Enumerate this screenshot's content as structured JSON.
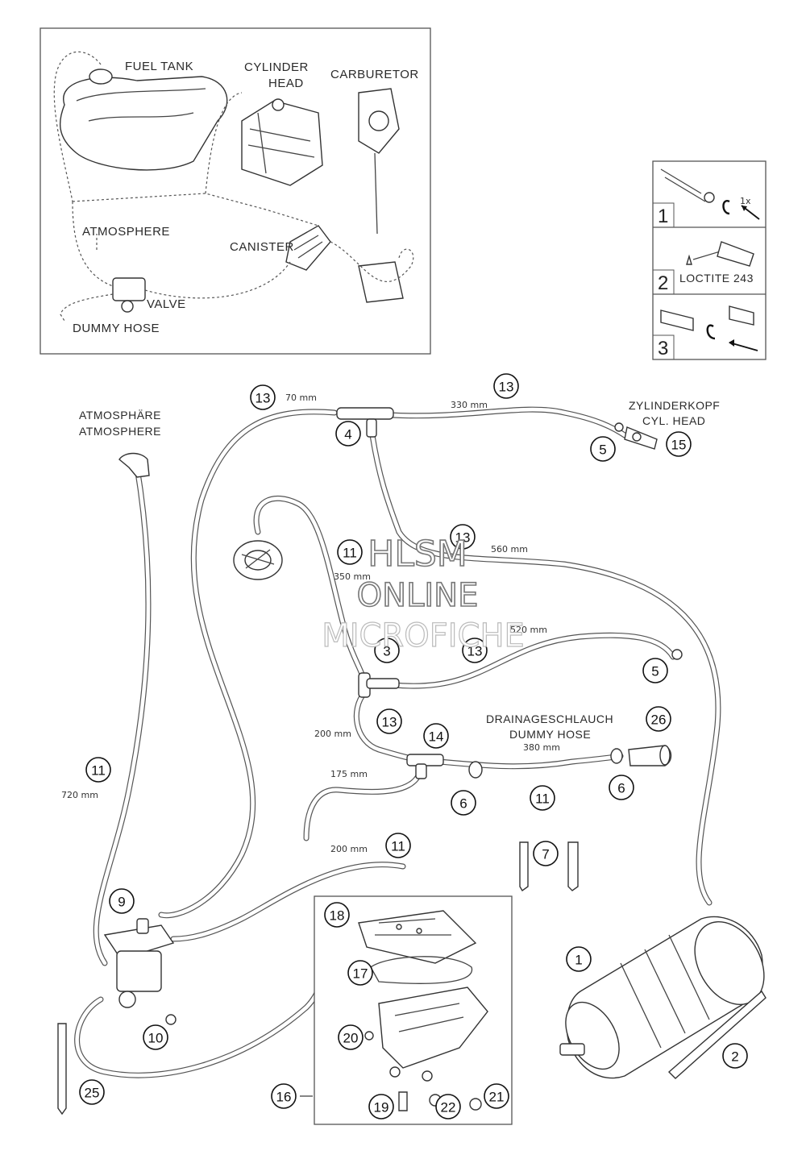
{
  "overview": {
    "fuel_tank": "FUEL TANK",
    "cylinder_head_1": "CYLINDER",
    "cylinder_head_2": "HEAD",
    "carburetor": "CARBURETOR",
    "atmosphere": "ATMOSPHERE",
    "canister": "CANISTER",
    "valve": "VALVE",
    "dummy_hose": "DUMMY HOSE"
  },
  "legend": {
    "row1": "1",
    "row1_note": "1x",
    "row2": "2",
    "row2_note": "LOCTITE 243",
    "row3": "3"
  },
  "labels": {
    "atmosphaere": "ATMOSPHÄRE",
    "atmosphere": "ATMOSPHERE",
    "zylinderkopf": "ZYLINDERKOPF",
    "cyl_head": "CYL. HEAD",
    "drainage": "DRAINAGESCHLAUCH",
    "dummy_hose": "DUMMY HOSE"
  },
  "dimensions": {
    "d70": "70 mm",
    "d330": "330 mm",
    "d560": "560 mm",
    "d350": "350 mm",
    "d520": "520 mm",
    "d200a": "200 mm",
    "d380": "380 mm",
    "d175": "175 mm",
    "d720": "720 mm",
    "d200b": "200 mm"
  },
  "callouts": {
    "c1": "1",
    "c2": "2",
    "c3": "3",
    "c4": "4",
    "c5a": "5",
    "c5b": "5",
    "c6a": "6",
    "c6b": "6",
    "c7": "7",
    "c9": "9",
    "c10": "10",
    "c11a": "11",
    "c11b": "11",
    "c11c": "11",
    "c11d": "11",
    "c13a": "13",
    "c13b": "13",
    "c13c": "13",
    "c13d": "13",
    "c13e": "13",
    "c14": "14",
    "c15": "15",
    "c16": "16",
    "c17": "17",
    "c18": "18",
    "c19": "19",
    "c20": "20",
    "c21": "21",
    "c22": "22",
    "c25": "25",
    "c26": "26"
  },
  "watermark": {
    "line1": "HLSM",
    "line2": "ONLINE",
    "line3": "MICROFICHE"
  }
}
